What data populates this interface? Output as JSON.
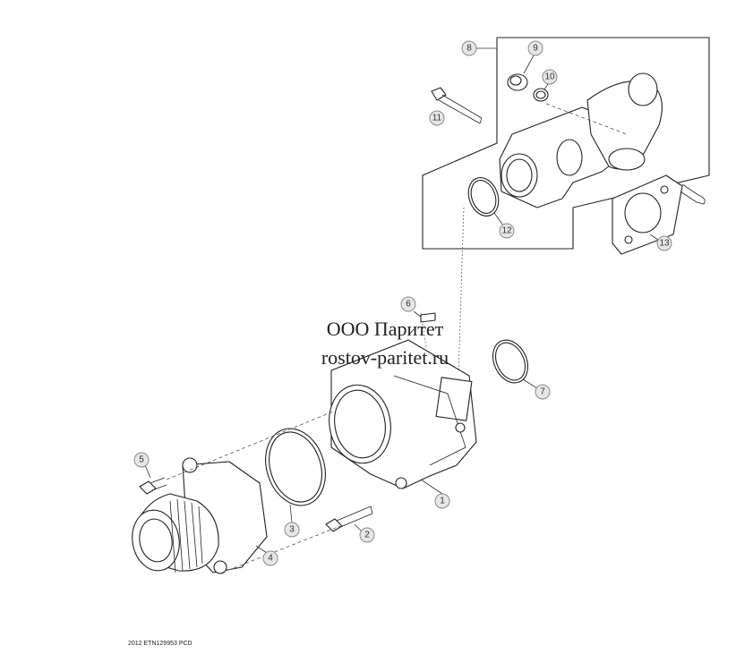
{
  "watermark": {
    "line1": "ООО Паритет",
    "line2": "rostov-paritet.ru"
  },
  "footer": {
    "code": "2012  ETN129953  PCD"
  },
  "callouts": [
    "1",
    "2",
    "3",
    "4",
    "5",
    "6",
    "7",
    "8",
    "9",
    "10",
    "11",
    "12",
    "13"
  ],
  "colors": {
    "callout_fill": "#e6e6e6",
    "line": "#222222"
  }
}
